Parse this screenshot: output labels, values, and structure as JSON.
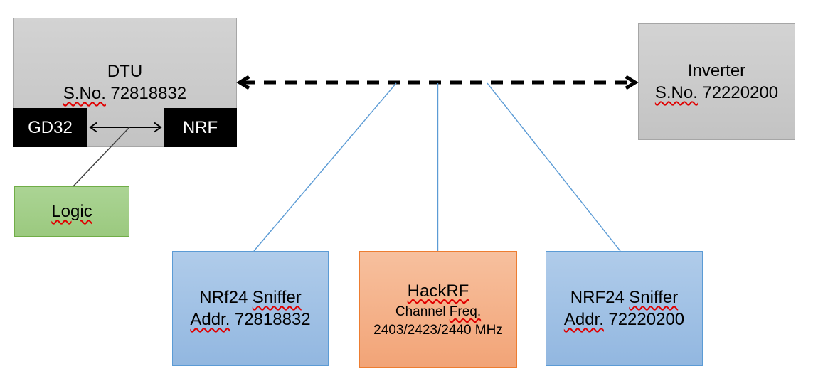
{
  "colors": {
    "gray_fill_top": "#D3D3D3",
    "gray_fill_bottom": "#C3C3C3",
    "gray_border": "#A6A6A6",
    "black_fill": "#000000",
    "green_fill_top": "#ABD494",
    "green_fill_bottom": "#9BC97F",
    "green_border": "#70AD47",
    "blue_fill_top": "#B0CCEA",
    "blue_fill_bottom": "#92B7E0",
    "blue_border": "#5B9BD5",
    "orange_fill_top": "#F7C09E",
    "orange_fill_bottom": "#F2A477",
    "orange_border": "#ED7D31",
    "connector_blue": "#5B9BD5",
    "line_black": "#000000",
    "logic_line": "#404040",
    "squiggle_red": "#E00000"
  },
  "nodes": {
    "dtu": {
      "title": "DTU",
      "serial_label": "S.No.",
      "serial_value": "72818832"
    },
    "gd32": {
      "label": "GD32"
    },
    "nrf": {
      "label": "NRF"
    },
    "logic": {
      "label": "Logic"
    },
    "inverter": {
      "title": "Inverter",
      "serial_label": "S.No.",
      "serial_value": "72220200"
    },
    "sniffer_dtu": {
      "title_prefix": "NRf24",
      "title_word": "Sniffer",
      "addr_label": "Addr.",
      "addr_value": "72818832"
    },
    "hackrf": {
      "title": "HackRF",
      "subtitle_prefix": "Channel",
      "subtitle_word": "Freq.",
      "frequencies": "2403/2423/2440 MHz"
    },
    "sniffer_inverter": {
      "title_prefix": "NRF24",
      "title_word": "Sniffer",
      "addr_label": "Addr.",
      "addr_value": "72220200"
    }
  }
}
